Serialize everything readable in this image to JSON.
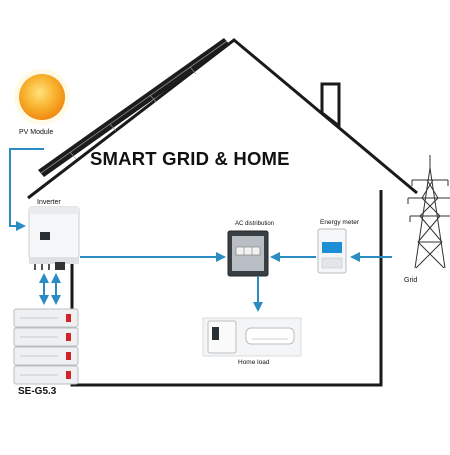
{
  "title": "SMART GRID &  HOME",
  "labels": {
    "pv_module": "PV Module",
    "inverter": "Inverter",
    "ac_distribution": "AC distribution",
    "energy_meter": "Energy meter",
    "home_load": "Home load",
    "grid": "Grid",
    "battery": "SE-G5.3"
  },
  "colors": {
    "flow_line": "#2b8cc4",
    "house_outline": "#1a1a1a",
    "sun": "#f5a623",
    "solar_panel": "#1c1c1c"
  },
  "icons": [
    "sun-icon",
    "solar-panel-icon",
    "inverter-icon",
    "battery-stack-icon",
    "ac-distribution-icon",
    "energy-meter-icon",
    "home-load-icon",
    "transmission-tower-icon"
  ]
}
